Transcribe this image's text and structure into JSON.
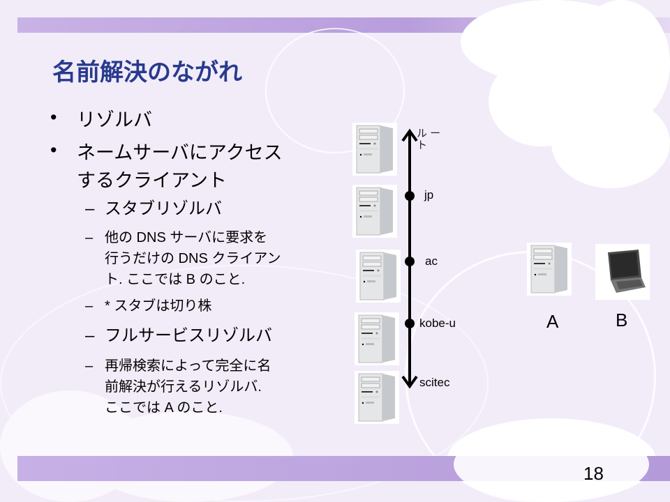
{
  "title": "名前解決のながれ",
  "bullets": [
    {
      "text": "リゾルバ"
    },
    {
      "text_line1": "ネームサーバにアクセス",
      "text_line2": "するクライアント"
    }
  ],
  "dash": "–",
  "bullet_glyph": "•",
  "sub": [
    {
      "text": "スタブリゾルバ"
    },
    {
      "lines": [
        "他の DNS サーバに要求を",
        "行うだけの DNS クライアン",
        "ト. ここでは B のこと."
      ]
    },
    {
      "text": "* スタブは切り株"
    },
    {
      "text": "フルサービスリゾルバ"
    },
    {
      "lines": [
        "再帰検索によって完全に名",
        "前解決が行えるリゾルバ.",
        "ここでは A のこと."
      ]
    }
  ],
  "diagram": {
    "root_label": [
      "ル ー",
      "ト"
    ],
    "nodes": [
      "jp",
      "ac",
      "kobe-u",
      "scitec"
    ],
    "host_a": "A",
    "host_b": "B"
  },
  "page_number": "18"
}
